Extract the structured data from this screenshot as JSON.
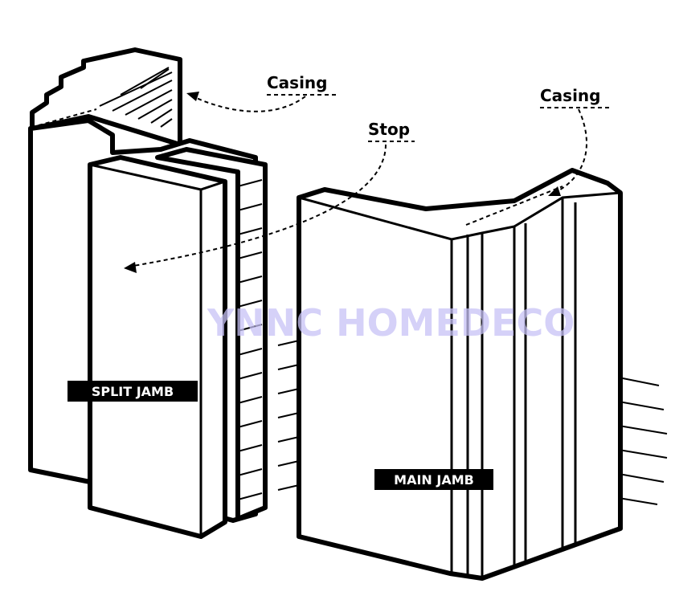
{
  "labels": {
    "casing_left": "Casing",
    "casing_right": "Casing",
    "stop": "Stop",
    "split_jamb": "SPLIT JAMB",
    "main_jamb": "MAIN JAMB"
  },
  "watermark": "YNNC HOMEDECO",
  "colors": {
    "ink": "#000000",
    "paper": "#ffffff",
    "watermark": "#c7c2f6"
  }
}
